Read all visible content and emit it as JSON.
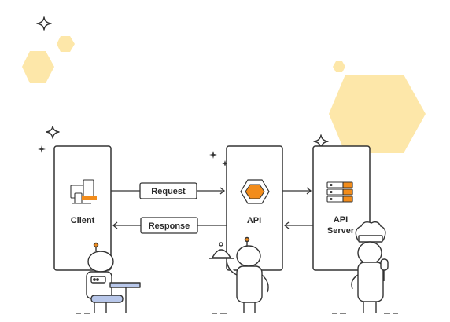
{
  "nodes": {
    "client": "Client",
    "api": "API",
    "api_server_line1": "API",
    "api_server_line2": "Server"
  },
  "flows": {
    "request": "Request",
    "response": "Response"
  },
  "colors": {
    "accent": "#f28c1b",
    "hexagon_bg": "#fde7a9",
    "outline": "#333333",
    "chair_blue": "#b8c7ea"
  },
  "icons": [
    "devices-icon",
    "api-hexagon-icon",
    "server-stack-icon",
    "sparkle-icon"
  ]
}
